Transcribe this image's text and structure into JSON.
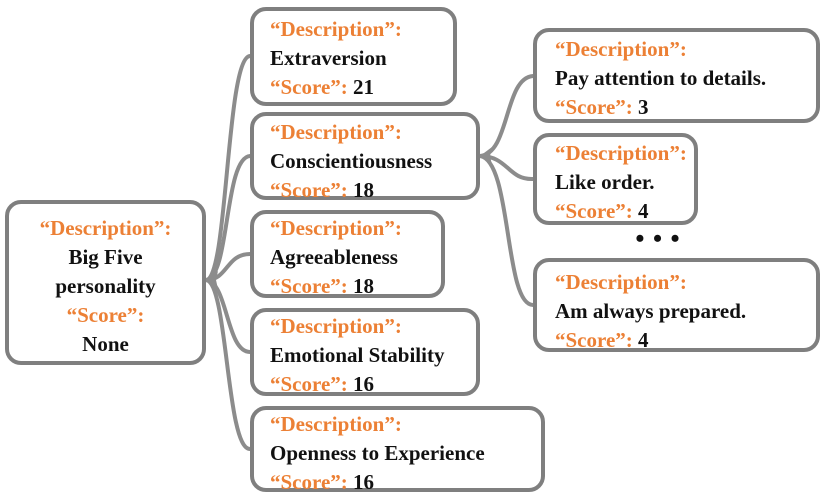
{
  "root": {
    "description_key": "“Description”:",
    "description_line1": "Big Five",
    "description_line2": "personality",
    "score_key": "“Score”:",
    "score_value": "None"
  },
  "traits": [
    {
      "description_key": "“Description”:",
      "description": "Extraversion",
      "score_key": "“Score”:",
      "score": "21"
    },
    {
      "description_key": "“Description”:",
      "description": "Conscientiousness",
      "score_key": "“Score”:",
      "score": "18"
    },
    {
      "description_key": "“Description”:",
      "description": "Agreeableness",
      "score_key": "“Score”:",
      "score": "18"
    },
    {
      "description_key": "“Description”:",
      "description": "Emotional Stability",
      "score_key": "“Score”:",
      "score": "16"
    },
    {
      "description_key": "“Description”:",
      "description": "Openness to Experience",
      "score_key": "“Score”:",
      "score": "16"
    }
  ],
  "facets": [
    {
      "description_key": "“Description”:",
      "description": "Pay attention to details.",
      "score_key": "“Score”:",
      "score": "3"
    },
    {
      "description_key": "“Description”:",
      "description": "Like order.",
      "score_key": "“Score”:",
      "score": "4"
    },
    {
      "description_key": "“Description”:",
      "description": "Am always prepared.",
      "score_key": "“Score”:",
      "score": "4"
    }
  ],
  "ellipsis": "• • •",
  "colors": {
    "key": "#ec8035",
    "border": "#7f7f7f",
    "connector": "#8c8c8c",
    "value": "#111111"
  }
}
